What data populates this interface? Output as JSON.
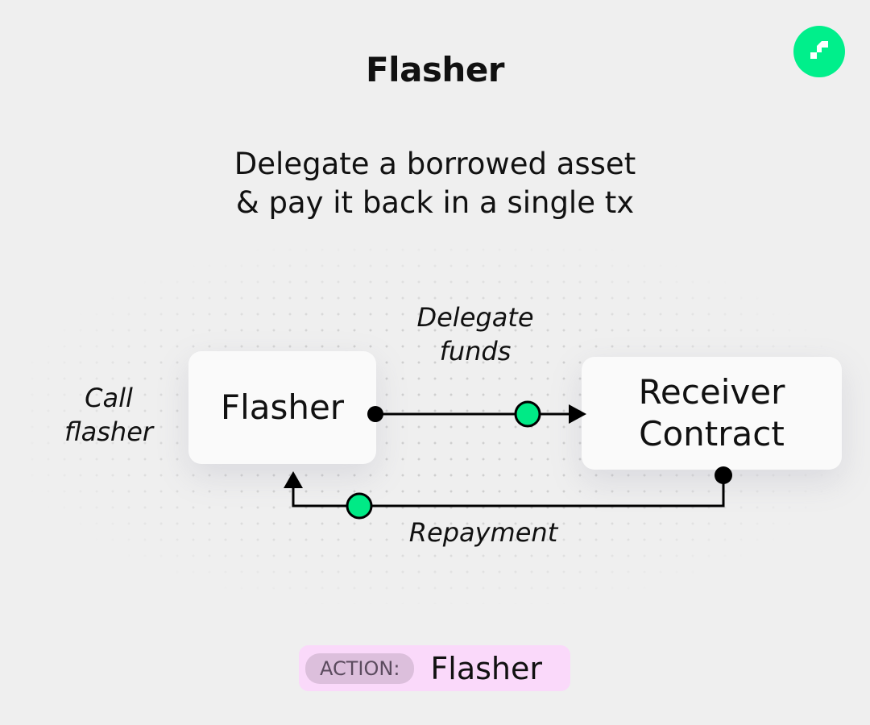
{
  "header": {
    "title": "Flasher"
  },
  "brand": {
    "logo_icon": "flow-logo-icon",
    "accent_color": "#00ef8b"
  },
  "subtitle": {
    "line1": "Delegate a borrowed asset",
    "line2": "& pay it back in a single tx"
  },
  "diagram": {
    "nodes": {
      "flasher": {
        "line1": "Flasher"
      },
      "receiver": {
        "line1": "Receiver",
        "line2": "Contract"
      }
    },
    "labels": {
      "call_line1": "Call",
      "call_line2": "flasher",
      "delegate_line1": "Delegate",
      "delegate_line2": "funds",
      "repayment": "Repayment"
    }
  },
  "action": {
    "tag": "ACTION:",
    "value": "Flasher"
  }
}
